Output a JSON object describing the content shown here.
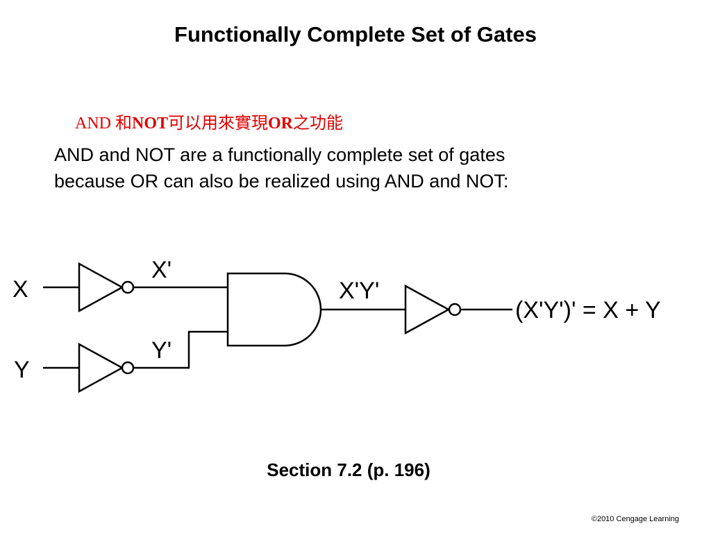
{
  "slide": {
    "title": "Functionally Complete Set of Gates",
    "cjk_line": {
      "p1": "AND ",
      "p2": "和",
      "p3": "NOT",
      "p4": "可以用來實現",
      "p5": "OR",
      "p6": "之功能",
      "color": "#e00000"
    },
    "body_lines": [
      "AND and NOT are a functionally complete set of gates",
      "because OR can also be realized using AND and NOT:"
    ],
    "section_ref": "Section 7.2 (p. 196)",
    "copyright": "©2010 Cengage Learning"
  },
  "diagram": {
    "input_x": "X",
    "input_y": "Y",
    "x_not": "X'",
    "y_not": "Y'",
    "and_out": "X'Y'",
    "result": "(X'Y')' = X + Y"
  }
}
